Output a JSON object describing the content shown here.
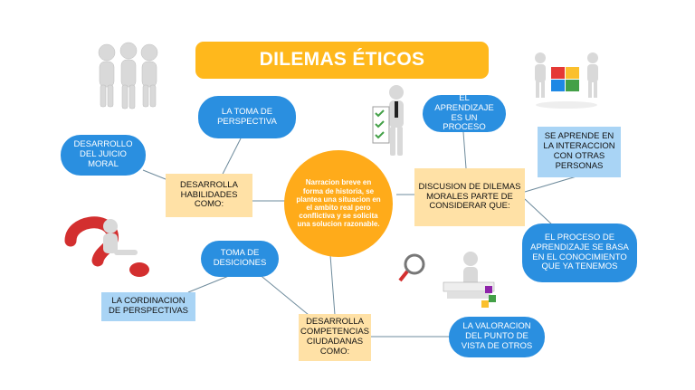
{
  "title": "DILEMAS ÉTICOS",
  "center": "Narracion breve en forma de historia, se plantea una situacion en el ambito real pero conflictiva y se solicita una solucion razonable.",
  "nodes": {
    "desarrolla_habilidades": "DESARROLLA HABILIDADES COMO:",
    "toma_perspectiva": "LA TOMA DE PERSPECTIVA",
    "juicio_moral": "DESARROLLO DEL JUICIO MORAL",
    "toma_desiciones": "TOMA DE DESICIONES",
    "cordinacion": "LA CORDINACION DE PERSPECTIVAS",
    "competencias": "DESARROLLA COMPETENCIAS CIUDADANAS COMO:",
    "discusion": "DISCUSION DE DILEMAS MORALES PARTE DE CONSIDERAR QUE:",
    "aprendizaje": "EL APRENDIZAJE ES UN PROCESO",
    "interaccion": "SE APRENDE EN LA INTERACCION CON OTRAS PERSONAS",
    "proceso_aprendizaje": "EL PROCESO DE APRENDIZAJE SE BASA EN EL CONOCIMIENTO QUE YA TENEMOS",
    "valoracion": "LA VALORACION DEL PUNTO DE VISTA DE OTROS"
  },
  "colors": {
    "title": "#ffb81c",
    "center": "#ffab1a",
    "pill": "#2a8fe0",
    "rect_orange": "#ffe1a6",
    "rect_blue": "#a9d4f5",
    "line": "#6e8b9c"
  },
  "icons": [
    "people-group-icon",
    "puzzle-team-icon",
    "checklist-person-icon",
    "question-mark-person-icon",
    "magnifier-person-icon"
  ]
}
